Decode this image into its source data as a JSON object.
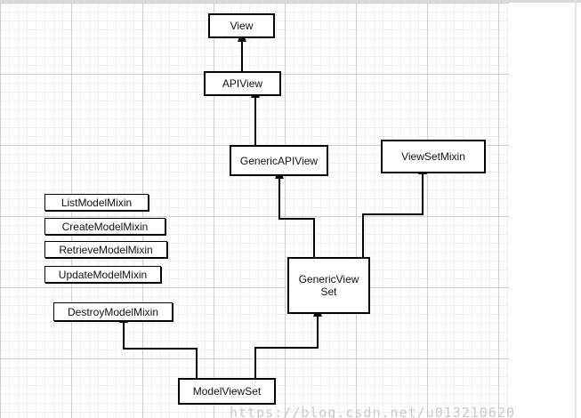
{
  "diagram": {
    "nodes": {
      "view": "View",
      "apiview": "APIView",
      "generic_apiview": "GenericAPIView",
      "viewset_mixin": "ViewSetMixin",
      "generic_viewset_line1": "GenericView",
      "generic_viewset_line2": "Set",
      "list_model_mixin": "ListModelMixin",
      "create_model_mixin": "CreateModelMixin",
      "retrieve_model_mixin": "RetrieveModelMixin",
      "update_model_mixin": "UpdateModelMixin",
      "destroy_model_mixin": "DestroyModelMixin",
      "model_viewset": "ModelViewSet"
    },
    "edges": [
      {
        "from": "APIView",
        "to": "View"
      },
      {
        "from": "GenericAPIView",
        "to": "APIView"
      },
      {
        "from": "GenericViewSet",
        "to": "GenericAPIView"
      },
      {
        "from": "GenericViewSet",
        "to": "ViewSetMixin"
      },
      {
        "from": "ModelViewSet",
        "to": "DestroyModelMixin"
      },
      {
        "from": "ModelViewSet",
        "to": "GenericViewSet"
      }
    ]
  },
  "watermark": "https://blog.csdn.net/u013210620"
}
